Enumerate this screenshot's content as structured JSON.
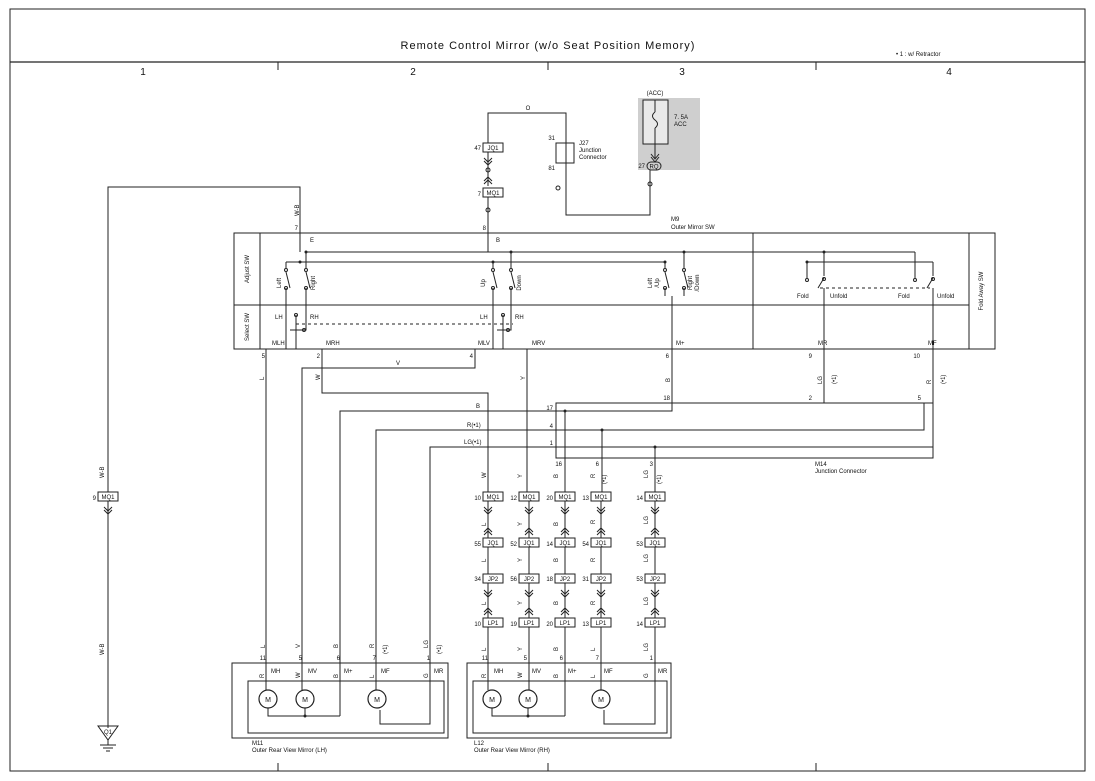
{
  "title": "Remote Control Mirror (w/o Seat Position Memory)",
  "note": "• 1 : w/ Retractor",
  "columns": [
    "1",
    "2",
    "3",
    "4"
  ],
  "fuse": {
    "source": "(ACC)",
    "rating": "7. 5A",
    "name": "ACC",
    "pin": "27",
    "connector": "RQ"
  },
  "j27": {
    "id": "J27",
    "line1": "Junction",
    "line2": "Connector",
    "pin_top": "31",
    "pin_bottom": "81"
  },
  "switch": {
    "id": "M9",
    "name": "Outer Mirror SW",
    "section_adjust": "Adjust SW",
    "section_select": "Select SW",
    "section_fold": "Fold Away SW",
    "term_e": "E",
    "term_b": "B",
    "left": "Left",
    "right": "Right",
    "up": "Up",
    "down": "Down",
    "left_up1": "Left",
    "left_up2": "/Up",
    "right_down1": "Right",
    "right_down2": "/Down",
    "fold": "Fold",
    "unfold": "Unfold",
    "lh": "LH",
    "rh": "RH",
    "mlh": "MLH",
    "mrh": "MRH",
    "mlv": "MLV",
    "mrv": "MRV",
    "mplus": "M+",
    "mr": "MR",
    "mf": "MF"
  },
  "m14": {
    "id": "M14",
    "name": "Junction Connector",
    "pins": {
      "p17": "17",
      "p4": "4",
      "p1": "1",
      "p18": "18",
      "p2": "2",
      "p5": "5",
      "p16": "16",
      "p6": "6",
      "p3": "3"
    }
  },
  "ground": {
    "id": "Q1"
  },
  "mirror_lh": {
    "id": "M11",
    "name": "Outer Rear View Mirror (LH)"
  },
  "mirror_rh": {
    "id": "L12",
    "name": "Outer Rear View Mirror (RH)"
  },
  "motor": "M",
  "mirror_terms": {
    "mh": "MH",
    "mv": "MV",
    "mplus": "M+",
    "mf": "MF",
    "mr": "MR"
  },
  "colors": {
    "o": "O",
    "wb": "W-B",
    "b": "B",
    "l": "L",
    "w": "W",
    "v": "V",
    "y": "Y",
    "lg": "LG",
    "r": "R",
    "g": "G",
    "star": "(•1)",
    "r_star": "R(•1)",
    "lg_star": "LG(•1)"
  },
  "pin_numbers": {
    "n1": "1",
    "n2": "2",
    "n4": "4",
    "n5": "5",
    "n6": "6",
    "n7": "7",
    "n8": "8",
    "n9": "9",
    "n10": "10",
    "n11": "11",
    "n12": "12",
    "n13": "13",
    "n14": "14",
    "n16": "16",
    "n17": "17",
    "n18": "18",
    "n19": "19",
    "n20": "20",
    "n31": "31",
    "n34": "34",
    "n47": "47",
    "n52": "52",
    "n53": "53",
    "n54": "54",
    "n55": "55",
    "n56": "56"
  },
  "connectors": {
    "mq1": "MQ1",
    "jq1": "JQ1",
    "jp2": "JP2",
    "lp1": "LP1",
    "rq": "RQ"
  }
}
